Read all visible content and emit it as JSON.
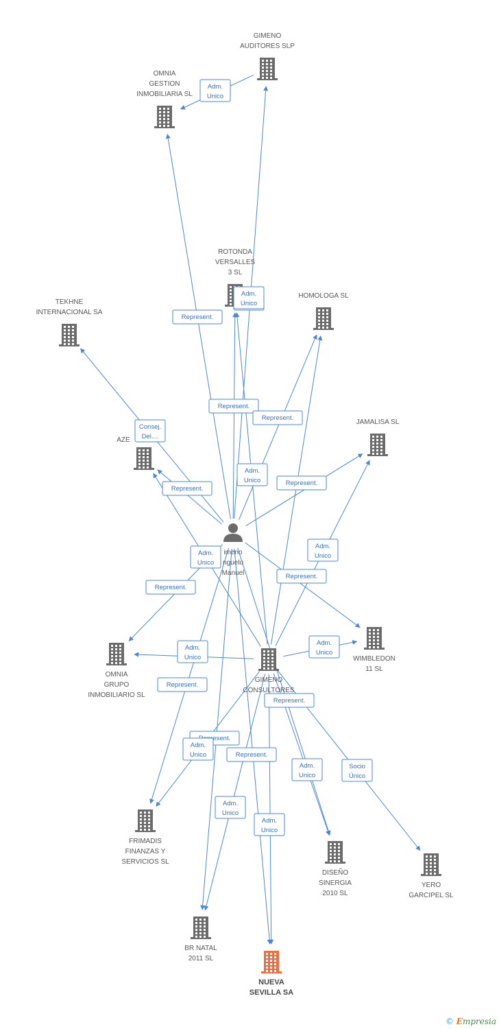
{
  "colors": {
    "edge": "#4a86d8",
    "building": "#6b6b6b",
    "target_building": "#f26b3a",
    "person": "#6b6b6b"
  },
  "person": {
    "id": "person",
    "lines": [
      "imeno",
      "nguelu",
      "Manuel"
    ]
  },
  "nodes": [
    {
      "id": "gimeno_auditores",
      "lines": [
        "GIMENO",
        "AUDITORES SLP"
      ]
    },
    {
      "id": "omnia_gestion",
      "lines": [
        "OMNIA",
        "GESTION",
        "INMOBILIARIA SL"
      ]
    },
    {
      "id": "rotonda",
      "lines": [
        "ROTONDA",
        "VERSALLES",
        "3 SL"
      ]
    },
    {
      "id": "homologa",
      "lines": [
        "HOMOLOGA SL"
      ]
    },
    {
      "id": "tekhne",
      "lines": [
        "TEKHNE",
        "INTERNACIONAL SA"
      ]
    },
    {
      "id": "jamalisa",
      "lines": [
        "JAMALISA SL"
      ]
    },
    {
      "id": "aze",
      "lines": [
        "AZE"
      ]
    },
    {
      "id": "omnia_grupo",
      "lines": [
        "OMNIA",
        "GRUPO",
        "INMOBILIARIO SL"
      ]
    },
    {
      "id": "gimeno_consultores",
      "lines": [
        "GIMENO",
        "CONSULTORES"
      ]
    },
    {
      "id": "wimbledon",
      "lines": [
        "WIMBLEDON",
        "11 SL"
      ]
    },
    {
      "id": "frimadis",
      "lines": [
        "FRIMADIS",
        "FINANZAS Y",
        "SERVICIOS SL"
      ]
    },
    {
      "id": "diseno",
      "lines": [
        "DISEÑO",
        "SINERGIA",
        "2010 SL"
      ]
    },
    {
      "id": "yero",
      "lines": [
        "YERO",
        "GARCIPEL SL"
      ]
    },
    {
      "id": "br_natal",
      "lines": [
        "BR NATAL",
        "2011 SL"
      ]
    },
    {
      "id": "nueva_sevilla",
      "lines": [
        "NUEVA",
        "SEVILLA SA"
      ],
      "target": true
    }
  ],
  "edges": [
    {
      "from": "person",
      "to": "gimeno_auditores",
      "label": [
        "Adm.",
        "Unico"
      ]
    },
    {
      "from": "person",
      "to": "omnia_gestion",
      "label": [
        "Represent."
      ]
    },
    {
      "from": "person",
      "to": "rotonda",
      "label": [
        "Represent."
      ]
    },
    {
      "from": "person",
      "to": "tekhne",
      "label": [
        "Consej.",
        "Del...."
      ]
    },
    {
      "from": "person",
      "to": "aze",
      "label": [
        "Represent."
      ]
    },
    {
      "from": "person",
      "to": "jamalisa",
      "label": [
        "Represent."
      ]
    },
    {
      "from": "person",
      "to": "omnia_grupo",
      "label": [
        "Represent."
      ]
    },
    {
      "from": "person",
      "to": "wimbledon",
      "label": [
        "Represent."
      ]
    },
    {
      "from": "person",
      "to": "frimadis",
      "label": [
        "Represent."
      ]
    },
    {
      "from": "person",
      "to": "br_natal",
      "label": [
        "Represent."
      ]
    },
    {
      "from": "person",
      "to": "diseno",
      "label": [
        "Represent."
      ]
    },
    {
      "from": "person",
      "to": "nueva_sevilla",
      "label": [
        "Represent."
      ]
    },
    {
      "from": "gimeno_auditores",
      "to": "omnia_gestion",
      "label": [
        "Adm.",
        "Unico"
      ]
    },
    {
      "from": "gimeno_consultores",
      "to": "rotonda",
      "label": [
        "Adm.",
        "Unico"
      ]
    },
    {
      "from": "gimeno_consultores",
      "to": "homologa",
      "label": [
        "Adm.",
        "Unico"
      ]
    },
    {
      "from": "gimeno_consultores",
      "to": "jamalisa",
      "label": [
        "Adm.",
        "Unico"
      ]
    },
    {
      "from": "gimeno_consultores",
      "to": "aze",
      "label": [
        "Adm.",
        "Unico"
      ]
    },
    {
      "from": "gimeno_consultores",
      "to": "omnia_grupo",
      "label": [
        "Adm.",
        "Unico"
      ]
    },
    {
      "from": "gimeno_consultores",
      "to": "wimbledon",
      "label": [
        "Adm.",
        "Unico"
      ]
    },
    {
      "from": "gimeno_consultores",
      "to": "frimadis",
      "label": [
        "Adm.",
        "Unico"
      ]
    },
    {
      "from": "gimeno_consultores",
      "to": "br_natal",
      "label": [
        "Adm.",
        "Unico"
      ]
    },
    {
      "from": "gimeno_consultores",
      "to": "nueva_sevilla",
      "label": [
        "Adm.",
        "Unico"
      ]
    },
    {
      "from": "gimeno_consultores",
      "to": "diseno",
      "label": [
        "Adm.",
        "Unico"
      ]
    },
    {
      "from": "gimeno_consultores",
      "to": "yero",
      "label": [
        "Socio",
        "Único"
      ]
    },
    {
      "from": "person",
      "to": "homologa",
      "label": [
        "Represent."
      ]
    }
  ],
  "footer": {
    "copyright": "©",
    "brand_initial": "E",
    "brand_rest": "mpresia"
  }
}
